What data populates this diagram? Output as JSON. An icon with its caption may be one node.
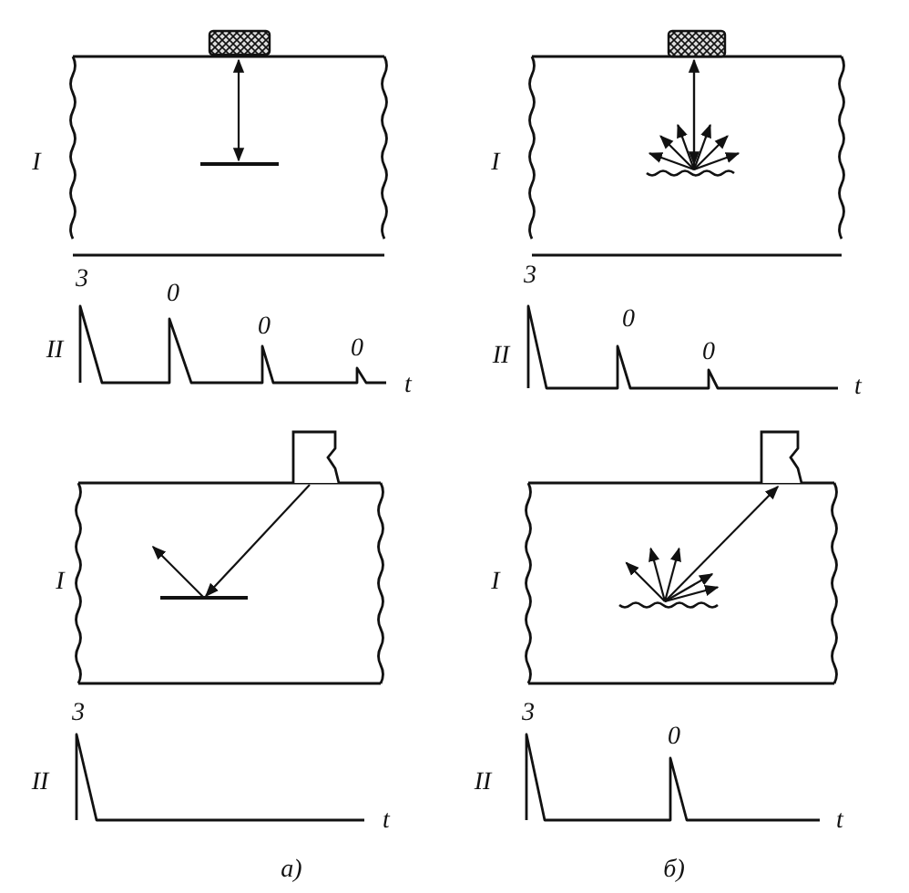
{
  "diagram": {
    "labels": [
      "I",
      "3",
      "0",
      "0",
      "0",
      "II",
      "t",
      "I",
      "3",
      "0",
      "0",
      "II",
      "t",
      "I",
      "3",
      "II",
      "t",
      "I",
      "3",
      "0",
      "II",
      "t",
      "а)",
      "б)"
    ]
  }
}
